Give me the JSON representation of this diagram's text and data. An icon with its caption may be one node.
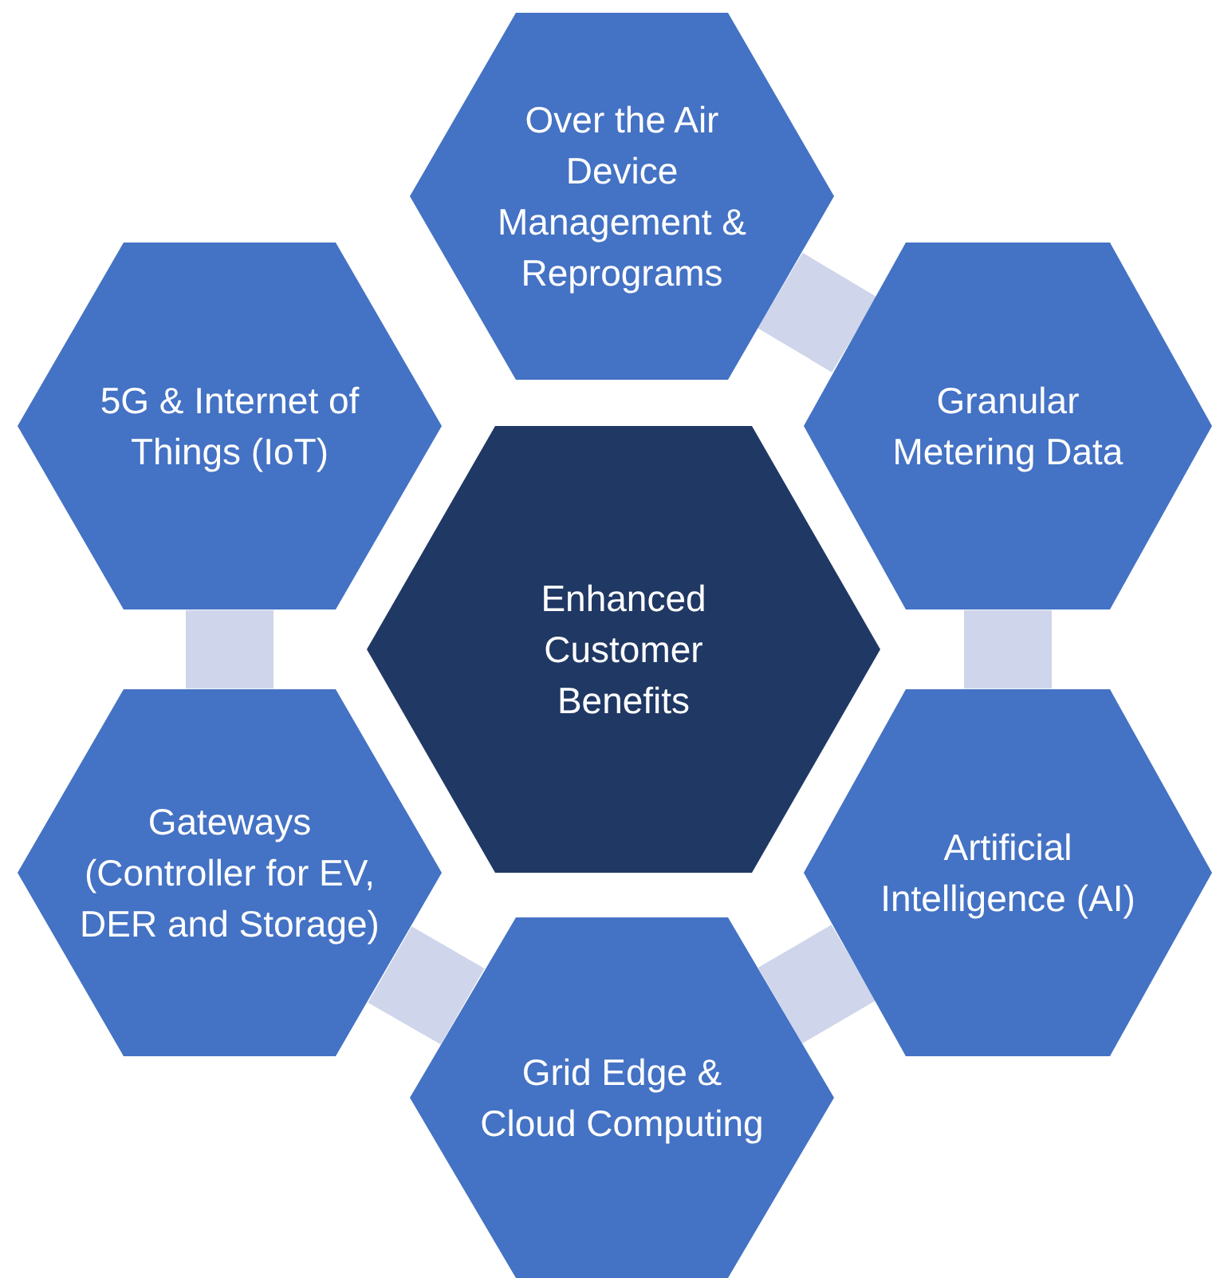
{
  "diagram": {
    "nodes": [
      {
        "text": [
          "Over the Air Device Management & Reprograms"
        ]
      },
      {
        "text": [
          "5G & Internet of Things (IoT)"
        ]
      },
      {
        "text": [
          "Granular Metering Data"
        ]
      },
      {
        "text": [
          "Enhanced Customer Benefits"
        ]
      },
      {
        "text": [
          "Gateways (Controller for EV, DER and Storage)"
        ]
      },
      {
        "text": [
          "Artificial Intelligence (AI)"
        ]
      },
      {
        "text": [
          "Grid Edge & Cloud Computing"
        ]
      }
    ],
    "edges": [
      {
        "from": 0,
        "to": 2,
        "arrow": "none"
      },
      {
        "from": 2,
        "to": 5,
        "arrow": "none"
      },
      {
        "from": 5,
        "to": 6,
        "arrow": "none"
      },
      {
        "from": 6,
        "to": 4,
        "arrow": "none"
      },
      {
        "from": 4,
        "to": 1,
        "arrow": "none"
      }
    ]
  }
}
